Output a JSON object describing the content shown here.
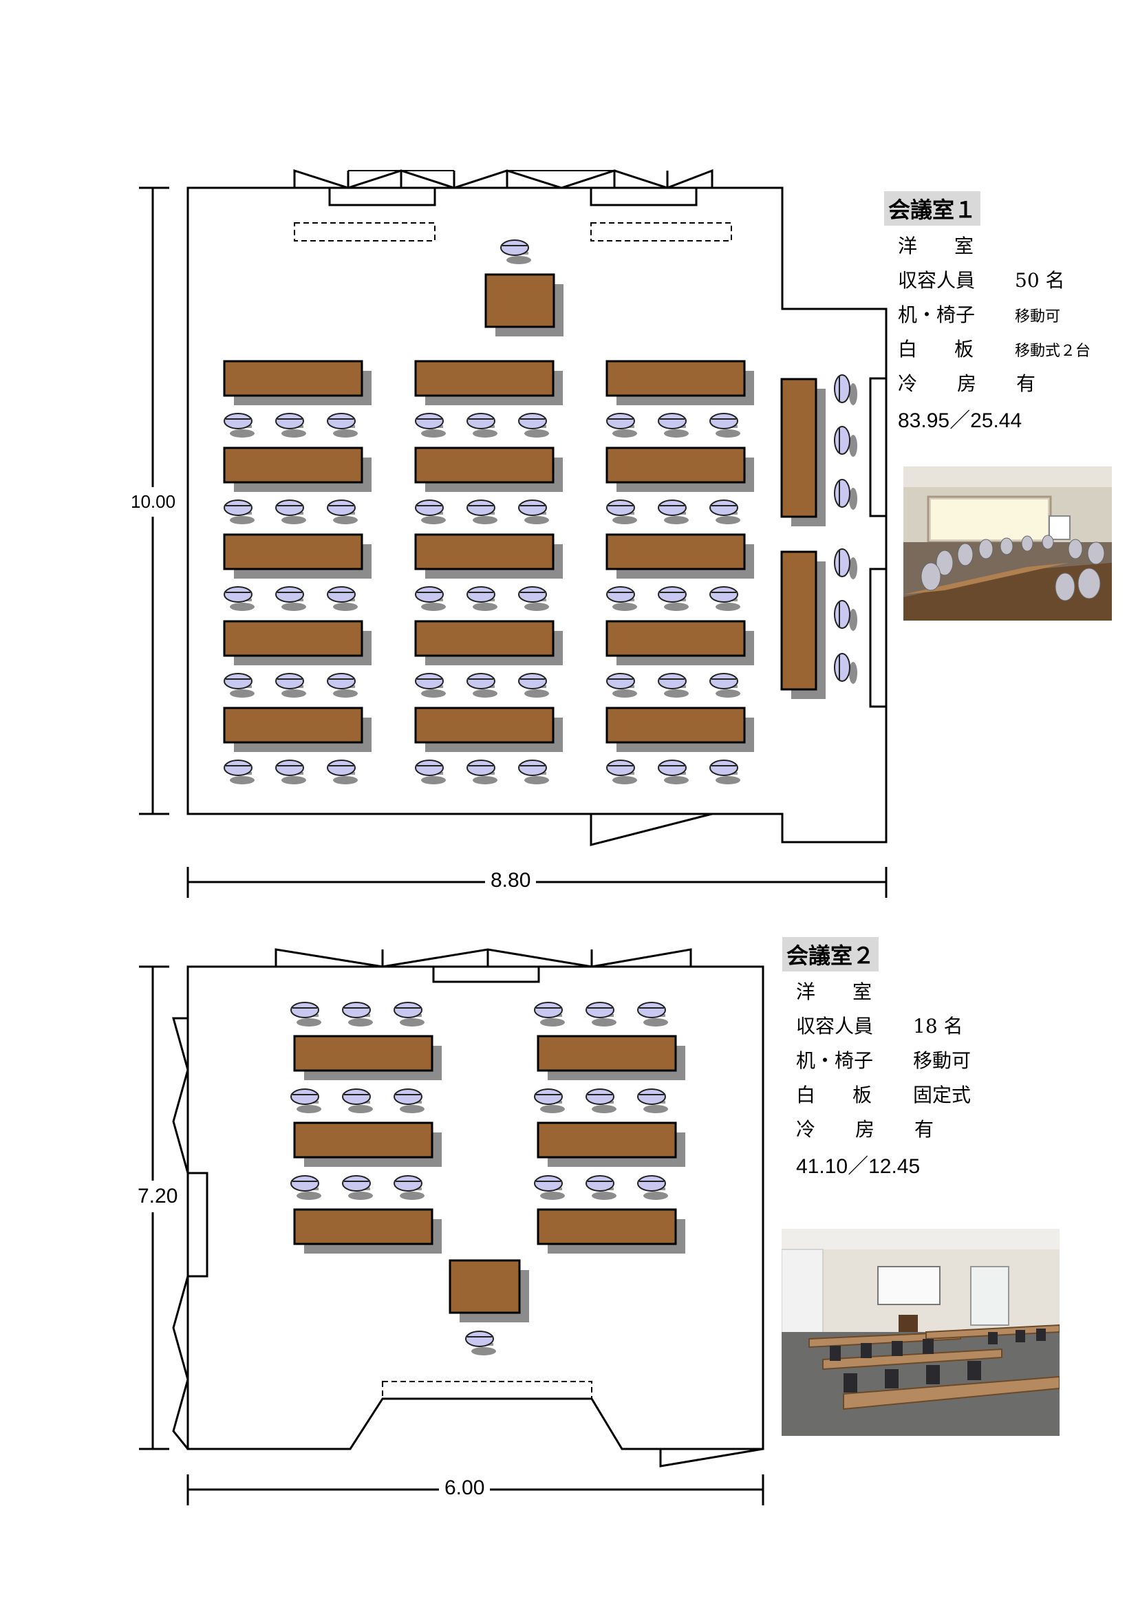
{
  "room1": {
    "title": "会議室１",
    "type_chars": [
      "洋",
      "室"
    ],
    "capacity_label": "収容人員",
    "capacity_value": "50 名",
    "furniture_label": "机・椅子",
    "furniture_value": "移動可",
    "whiteboard_chars": [
      "白",
      "板"
    ],
    "whiteboard_value": "移動式２台",
    "aircon_chars": [
      "冷",
      "房",
      "有"
    ],
    "area": "83.95／25.44",
    "dim_width": "8.80",
    "dim_height": "10.00"
  },
  "room2": {
    "title": "会議室２",
    "type_chars": [
      "洋",
      "室"
    ],
    "capacity_label": "収容人員",
    "capacity_value": "18 名",
    "furniture_label": "机・椅子",
    "furniture_value": "移動可",
    "whiteboard_chars": [
      "白",
      "板"
    ],
    "whiteboard_value": "固定式",
    "aircon_chars": [
      "冷",
      "房",
      "有"
    ],
    "area": "41.10／12.45",
    "dim_width": "6.00",
    "dim_height": "7.20"
  },
  "colors": {
    "table": "#9a6433",
    "chair": "#c8c8f0",
    "shadow": "#8c8c8c"
  }
}
